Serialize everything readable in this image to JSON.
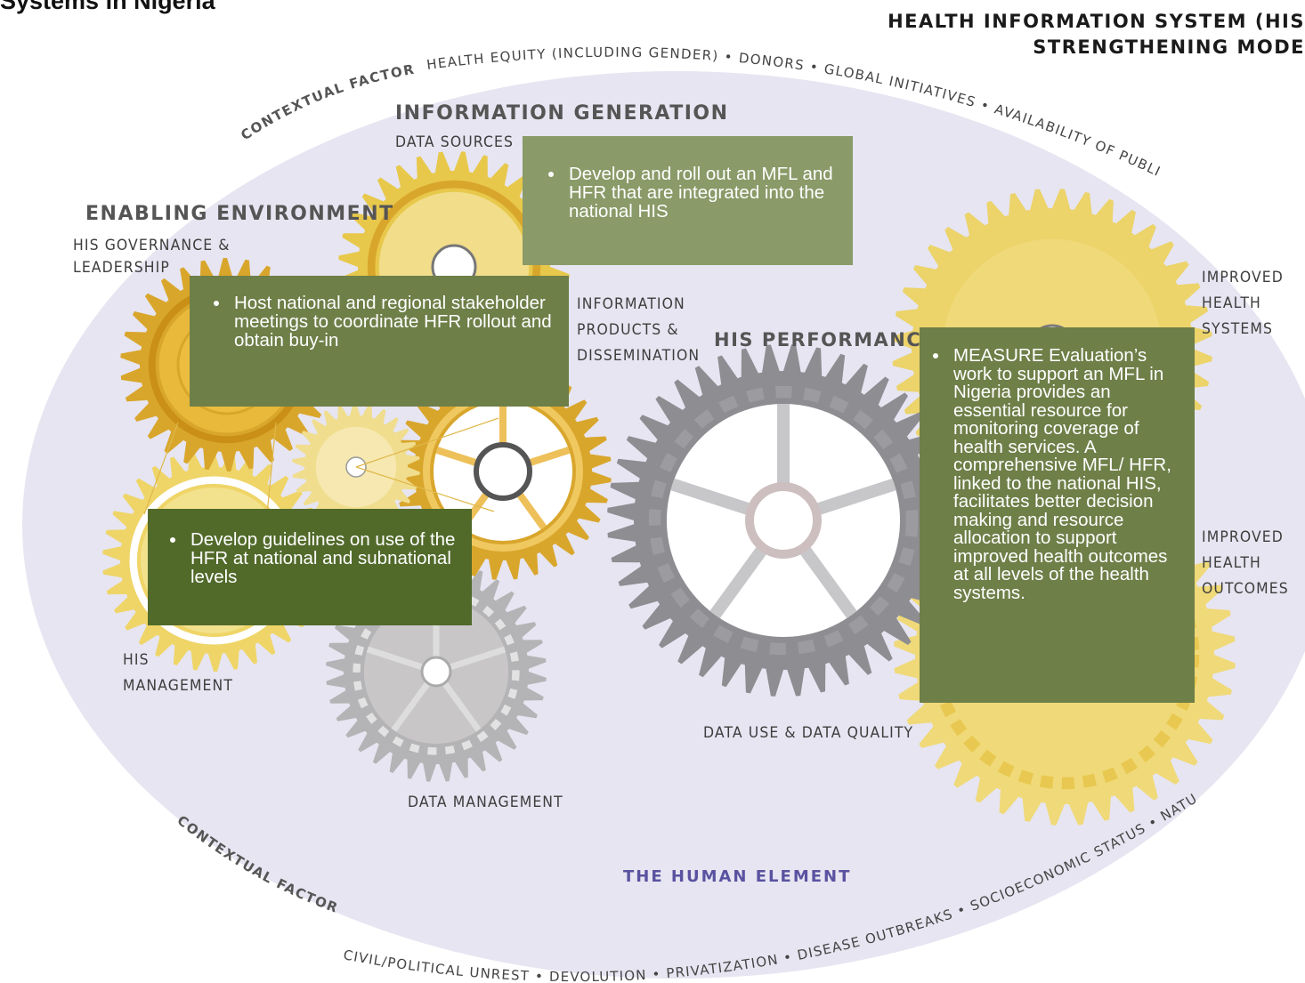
{
  "page_title": "Systems in Nigeria",
  "model_title_line1": "HEALTH INFORMATION SYSTEM (HIS",
  "model_title_line2": "STRENGTHENING MODE",
  "contextual_factors_top": "CONTEXTUAL FACTORS",
  "contextual_factors_bottom": "CONTEXTUAL FACTORS",
  "top_arc_text": "HEALTH EQUITY (INCLUDING GENDER) • DONORS • GLOBAL INITIATIVES • AVAILABILITY OF PUBLIC UTILITIES",
  "bottom_arc_text": "CIVIL/POLITICAL UNREST • DEVOLUTION • PRIVATIZATION • DISEASE OUTBREAKS • SOCIOECONOMIC STATUS • NATURAL DISASTERS",
  "human_element": "THE HUMAN ELEMENT",
  "labels": {
    "information_generation": "INFORMATION GENERATION",
    "data_sources": "DATA SOURCES",
    "enabling_environment": "ENABLING ENVIRONMENT",
    "his_governance_1": "HIS GOVERNANCE &",
    "his_governance_2": "LEADERSHIP",
    "info_products_1": "INFORMATION",
    "info_products_2": "PRODUCTS &",
    "info_products_3": "DISSEMINATION",
    "his_performance": "HIS PERFORMANCE",
    "improved_systems_1": "IMPROVED",
    "improved_systems_2": "HEALTH",
    "improved_systems_3": "SYSTEMS",
    "improved_outcomes_1": "IMPROVED",
    "improved_outcomes_2": "HEALTH",
    "improved_outcomes_3": "OUTCOMES",
    "his_management_1": "HIS",
    "his_management_2": "MANAGEMENT",
    "data_use_quality": "DATA USE & DATA QUALITY",
    "data_management": "DATA MANAGEMENT"
  },
  "boxes": {
    "mfl_rollout": "Develop and roll out an MFL and HFR that are integrated into the national HIS",
    "stakeholder_meetings": "Host national and regional stakeholder meetings to coordinate HFR rollout and obtain buy-in",
    "guidelines": "Develop guidelines on use of the HFR at national and subnational levels",
    "measure_evaluation": "MEASURE Evaluation’s work to support an MFL in Nigeria provides an essential resource for monitoring coverage of health services. A comprehensive MFL/ HFR, linked to the national HIS, facilitates better decision making and resource allocation to support improved health outcomes at all levels of the health systems."
  },
  "colors": {
    "oval": "#e6e5f1",
    "box_light": "#8a9a68",
    "box_mid": "#6e7f48",
    "box_dark": "#516a2a",
    "gold": "#d9a62c",
    "gold_light": "#f0d978",
    "gray_gear": "#8d8d92",
    "silver_gear": "#b4b4b6",
    "human_element": "#5a52a0"
  }
}
